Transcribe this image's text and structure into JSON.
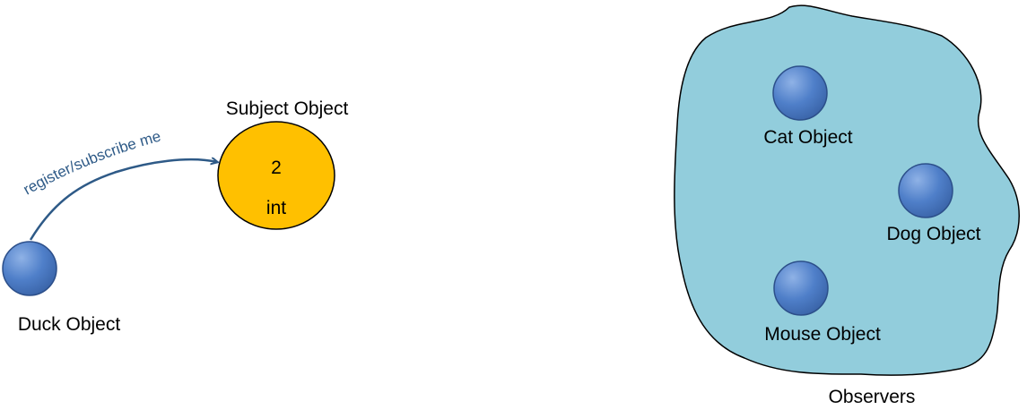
{
  "colors": {
    "object_fill": "#4f7fc9",
    "object_stroke": "#2c4f8a",
    "subject_fill": "#ffc000",
    "observer_region_fill": "#92cddc",
    "arrow_color": "#2e5a87",
    "text_color": "#000000"
  },
  "subject": {
    "title": "Subject Object",
    "value": "2",
    "type": "int"
  },
  "duck": {
    "label": "Duck Object"
  },
  "arrow": {
    "label": "register/subscribe me"
  },
  "observers": {
    "region_label": "Observers",
    "items": [
      {
        "label": "Cat Object"
      },
      {
        "label": "Dog Object"
      },
      {
        "label": "Mouse Object"
      }
    ]
  }
}
